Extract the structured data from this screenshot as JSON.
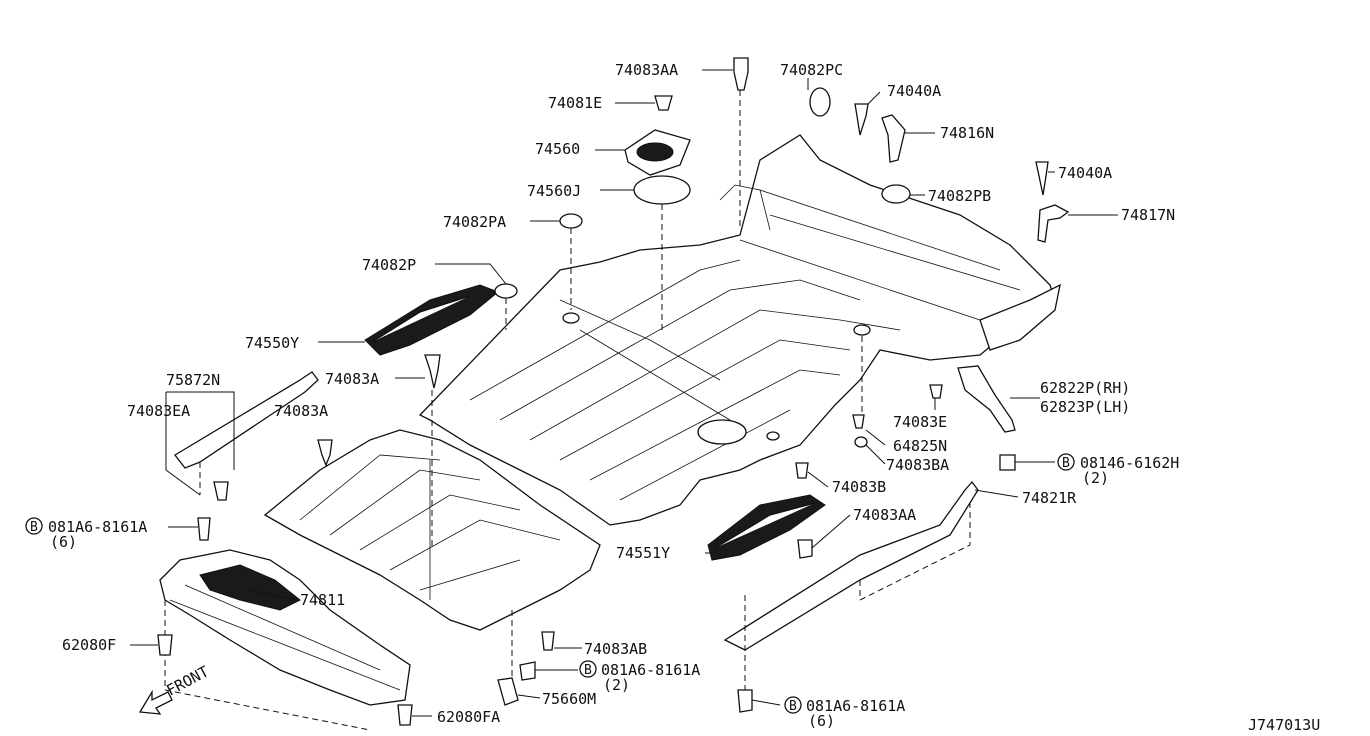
{
  "diagram_id": "J747013U",
  "front_marker": "FRONT",
  "parts": {
    "p74083AA_top": "74083AA",
    "p74082PC": "74082PC",
    "p74081E": "74081E",
    "p74040A_top": "74040A",
    "p74816N": "74816N",
    "p74560": "74560",
    "p74560J": "74560J",
    "p74040A_right": "74040A",
    "p74082PB": "74082PB",
    "p74082PA": "74082PA",
    "p74817N": "74817N",
    "p74082P": "74082P",
    "p74550Y": "74550Y",
    "p75872N": "75872N",
    "p74083A_mid": "74083A",
    "p74083EA": "74083EA",
    "p74083A_left": "74083A",
    "p62822P": "62822P(RH)",
    "p62823P": "62823P(LH)",
    "p74083E": "74083E",
    "p64825N": "64825N",
    "p74083BA": "74083BA",
    "p08146": "08146-6162H",
    "p08146_qty": "(2)",
    "p74083B": "74083B",
    "p74821R": "74821R",
    "p081A6_left": "081A6-8161A",
    "p081A6_left_qty": "(6)",
    "p74083AA_low": "74083AA",
    "p74551Y": "74551Y",
    "p74811": "74811",
    "p62080F": "62080F",
    "p74083AB": "74083AB",
    "p081A6_mid": "081A6-8161A",
    "p081A6_mid_qty": "(2)",
    "p62080FA": "62080FA",
    "p75660M": "75660M",
    "p081A6_bot": "081A6-8161A",
    "p081A6_bot_qty": "(6)",
    "bolt_symbol": "B"
  }
}
